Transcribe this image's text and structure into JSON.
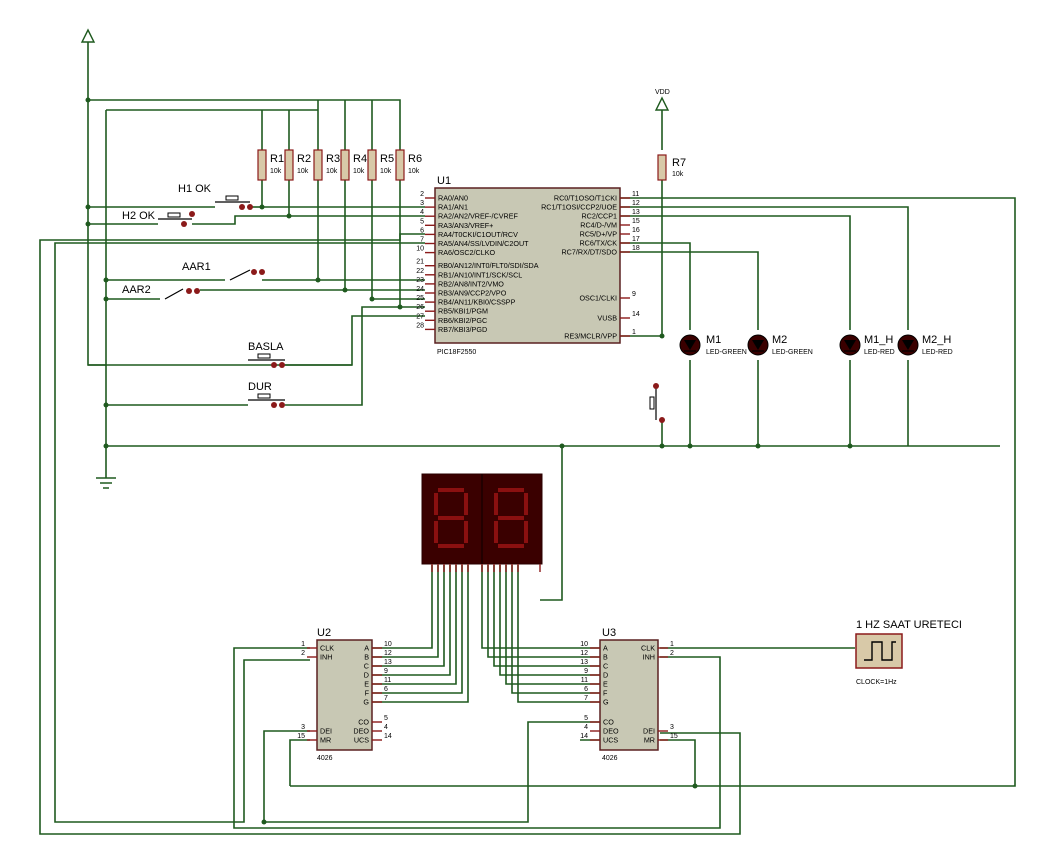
{
  "u1": {
    "ref": "U1",
    "part": "PIC18F2550",
    "left_pins": [
      {
        "num": "2",
        "label": "RA0/AN0"
      },
      {
        "num": "3",
        "label": "RA1/AN1"
      },
      {
        "num": "4",
        "label": "RA2/AN2/VREF-/CVREF"
      },
      {
        "num": "5",
        "label": "RA3/AN3/VREF+"
      },
      {
        "num": "6",
        "label": "RA4/T0CKI/C1OUT/RCV"
      },
      {
        "num": "7",
        "label": "RA5/AN4/SS/LVDIN/C2OUT"
      },
      {
        "num": "10",
        "label": "RA6/OSC2/CLKO"
      },
      {
        "num": "21",
        "label": "RB0/AN12/INT0/FLT0/SDI/SDA"
      },
      {
        "num": "22",
        "label": "RB1/AN10/INT1/SCK/SCL"
      },
      {
        "num": "23",
        "label": "RB2/AN8/INT2/VMO"
      },
      {
        "num": "24",
        "label": "RB3/AN9/CCP2/VPO"
      },
      {
        "num": "25",
        "label": "RB4/AN11/KBI0/CSSPP"
      },
      {
        "num": "26",
        "label": "RB5/KBI1/PGM"
      },
      {
        "num": "27",
        "label": "RB6/KBI2/PGC"
      },
      {
        "num": "28",
        "label": "RB7/KBI3/PGD"
      }
    ],
    "right_pins": [
      {
        "num": "11",
        "label": "RC0/T1OSO/T1CKI"
      },
      {
        "num": "12",
        "label": "RC1/T1OSI/CCP2/UOE"
      },
      {
        "num": "13",
        "label": "RC2/CCP1"
      },
      {
        "num": "15",
        "label": "RC4/D-/VM"
      },
      {
        "num": "16",
        "label": "RC5/D+/VP"
      },
      {
        "num": "17",
        "label": "RC6/TX/CK"
      },
      {
        "num": "18",
        "label": "RC7/RX/DT/SDO"
      },
      {
        "num": "9",
        "label": "OSC1/CLKI"
      },
      {
        "num": "14",
        "label": "VUSB"
      },
      {
        "num": "1",
        "label": "RE3/MCLR/VPP"
      }
    ]
  },
  "counters": [
    {
      "ref": "U2",
      "part": "4026",
      "left_pins": [
        {
          "num": "1",
          "label": "CLK"
        },
        {
          "num": "2",
          "label": "INH"
        },
        {
          "num": "3",
          "label": "DEI"
        },
        {
          "num": "15",
          "label": "MR"
        }
      ],
      "right_pins": [
        {
          "num": "10",
          "label": "A"
        },
        {
          "num": "12",
          "label": "B"
        },
        {
          "num": "13",
          "label": "C"
        },
        {
          "num": "9",
          "label": "D"
        },
        {
          "num": "11",
          "label": "E"
        },
        {
          "num": "6",
          "label": "F"
        },
        {
          "num": "7",
          "label": "G"
        },
        {
          "num": "5",
          "label": "CO"
        },
        {
          "num": "4",
          "label": "DEO"
        },
        {
          "num": "14",
          "label": "UCS"
        }
      ]
    },
    {
      "ref": "U3",
      "part": "4026",
      "left_pins": [
        {
          "num": "10",
          "label": "A"
        },
        {
          "num": "12",
          "label": "B"
        },
        {
          "num": "13",
          "label": "C"
        },
        {
          "num": "9",
          "label": "D"
        },
        {
          "num": "11",
          "label": "E"
        },
        {
          "num": "6",
          "label": "F"
        },
        {
          "num": "7",
          "label": "G"
        },
        {
          "num": "5",
          "label": "CO"
        },
        {
          "num": "4",
          "label": "DEO"
        },
        {
          "num": "14",
          "label": "UCS"
        }
      ],
      "right_pins": [
        {
          "num": "1",
          "label": "CLK"
        },
        {
          "num": "2",
          "label": "INH"
        },
        {
          "num": "3",
          "label": "DEI"
        },
        {
          "num": "15",
          "label": "MR"
        }
      ]
    }
  ],
  "resistors": [
    {
      "ref": "R1",
      "value": "10k"
    },
    {
      "ref": "R2",
      "value": "10k"
    },
    {
      "ref": "R3",
      "value": "10k"
    },
    {
      "ref": "R4",
      "value": "10k"
    },
    {
      "ref": "R5",
      "value": "10k"
    },
    {
      "ref": "R6",
      "value": "10k"
    },
    {
      "ref": "R7",
      "value": "10k"
    }
  ],
  "switches": [
    {
      "label": "H1 OK"
    },
    {
      "label": "H2 OK"
    },
    {
      "label": "AAR1"
    },
    {
      "label": "AAR2"
    },
    {
      "label": "BASLA"
    },
    {
      "label": "DUR"
    }
  ],
  "leds": [
    {
      "ref": "M1",
      "type": "LED-GREEN"
    },
    {
      "ref": "M2",
      "type": "LED-GREEN"
    },
    {
      "ref": "M1_H",
      "type": "LED-RED"
    },
    {
      "ref": "M2_H",
      "type": "LED-RED"
    }
  ],
  "power": {
    "vdd_label": "VDD"
  },
  "clock": {
    "title": "1 HZ SAAT URETECI",
    "param": "CLOCK=1Hz"
  },
  "colors": {
    "wire": "#1f5a1f",
    "chip_fill": "#c8c8b4",
    "chip_border": "#5a2020",
    "pin": "#8b1a1a",
    "display": "#5a0000"
  }
}
